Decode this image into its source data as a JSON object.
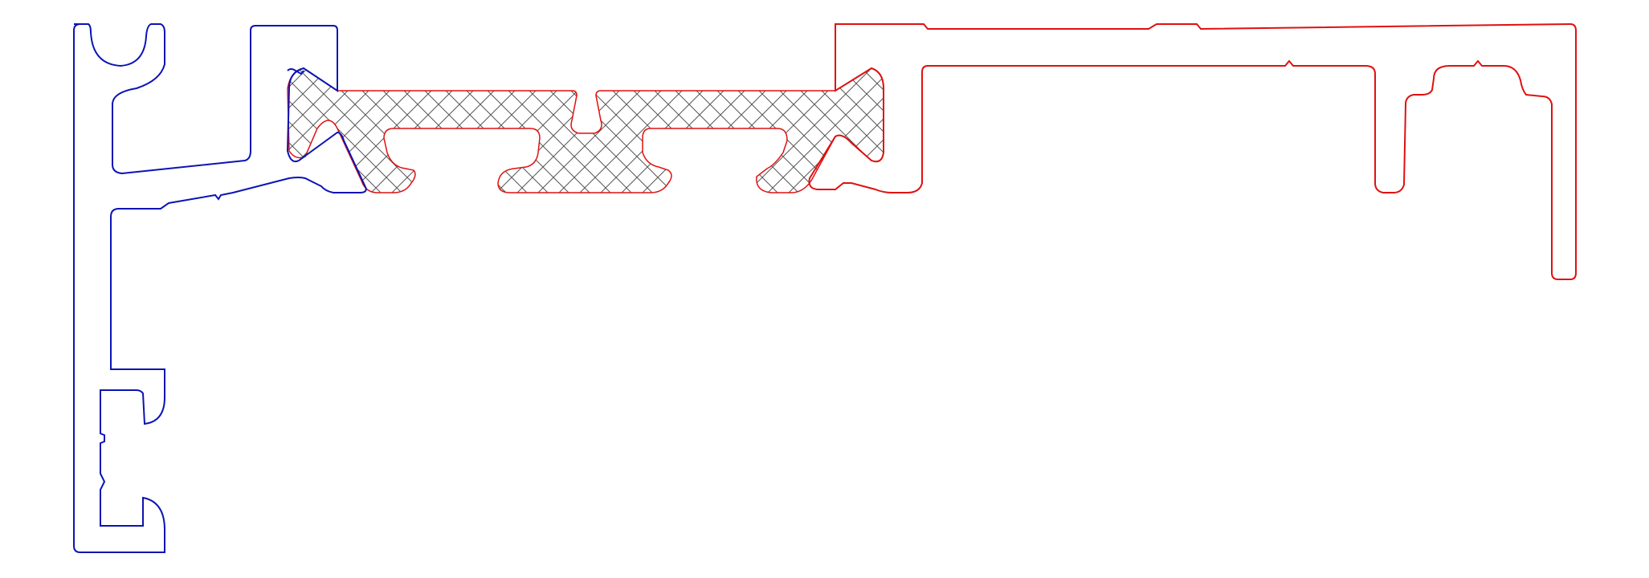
{
  "drawing": {
    "profiles": [
      {
        "id": "left-frame-profile",
        "color": "#0a14b4"
      },
      {
        "id": "right-sash-profile",
        "color": "#e01010"
      },
      {
        "id": "thermal-break",
        "color": "#e01010",
        "fill": "crosshatch"
      }
    ],
    "hatch_color": "#555555",
    "background": "#ffffff"
  }
}
